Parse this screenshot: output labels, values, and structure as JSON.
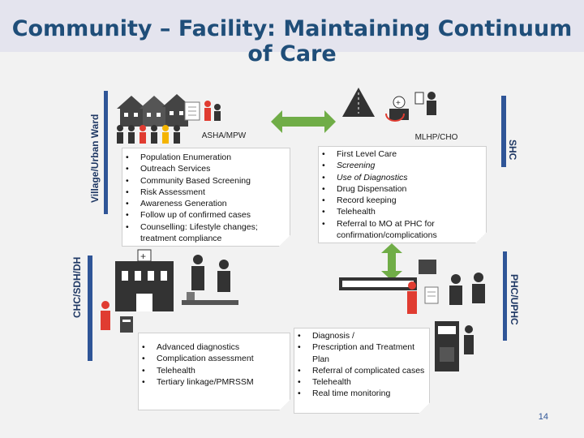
{
  "title": "Community – Facility: Maintaining Continuum of Care",
  "sides": {
    "village": "Village/Urban Ward",
    "shc": "SHC",
    "chc": "CHC/SDH/DH",
    "phc": "PHC/UPHC"
  },
  "asha": {
    "label": "ASHA/MPW",
    "items": [
      "Population Enumeration",
      "Outreach Services",
      "Community Based Screening",
      "Risk Assessment",
      "Awareness Generation",
      "Follow up of confirmed cases",
      "Counselling: Lifestyle changes; treatment compliance"
    ]
  },
  "mlhp": {
    "label": "MLHP/CHO",
    "items": [
      "First Level Care",
      "Screening",
      "Use of Diagnostics",
      "Drug Dispensation",
      "Record keeping",
      "Telehealth",
      "Referral to MO at PHC for confirmation/complications"
    ]
  },
  "chc_card": {
    "items": [
      "Advanced diagnostics",
      "Complication assessment",
      "Telehealth",
      " Tertiary linkage/PMRSSM"
    ]
  },
  "phc_card": {
    "items": [
      "Diagnosis /",
      " Prescription and Treatment Plan",
      "Referral of  complicated cases",
      "Telehealth",
      "Real time monitoring"
    ]
  },
  "page_number": "14",
  "colors": {
    "title": "#1f4e79",
    "side_bar": "#2f5597",
    "arrow": "#70ad47",
    "figure_red": "#e03c31",
    "figure_yellow": "#f4b400",
    "figure_dark": "#333333"
  },
  "icons": [
    "house-icon",
    "person-icon",
    "clipboard-icon",
    "road-icon",
    "medical-kit-icon",
    "stethoscope-icon",
    "hospital-icon",
    "doctor-icon",
    "computer-icon",
    "monitor-icon"
  ]
}
